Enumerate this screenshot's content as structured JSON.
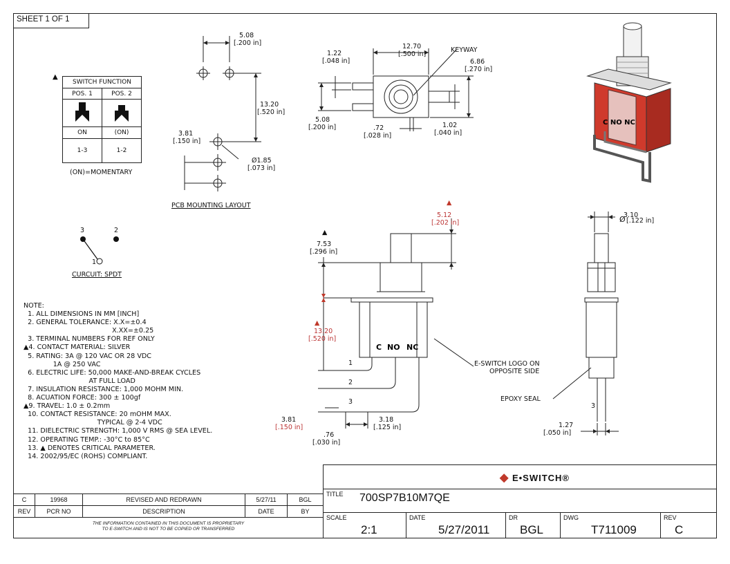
{
  "sheet_label": "SHEET 1 OF 1",
  "switch_function": {
    "title": "SWITCH FUNCTION",
    "col1": "POS. 1",
    "col2": "POS. 2",
    "state1": "ON",
    "state2": "(ON)",
    "pins1": "1-3",
    "pins2": "1-2",
    "footnote": "(ON)=MOMENTARY"
  },
  "pcb": {
    "label": "PCB MOUNTING LAYOUT",
    "dim_pitch": "5.08",
    "dim_pitch_in": "[.200 in]",
    "dim_height": "13.20",
    "dim_height_in": "[.520 in]",
    "dim_row": "3.81",
    "dim_row_in": "[.150 in]",
    "dim_hole": "Ø1.85",
    "dim_hole_in": "[.073 in]"
  },
  "circuit": {
    "label": "CURCUIT: SPDT",
    "pin1": "1",
    "pin2": "2",
    "pin3": "3"
  },
  "top_view": {
    "keyway": "KEYWAY",
    "d1": "1.22",
    "d1_in": "[.048 in]",
    "d2": "12.70",
    "d2_in": "[.500 in]",
    "d3": "6.86",
    "d3_in": "[.270 in]",
    "d4": "5.08",
    "d4_in": "[.200 in]",
    "d5": ".72",
    "d5_in": "[.028 in]",
    "d6": "1.02",
    "d6_in": "[.040 in]"
  },
  "front_view": {
    "d_plunger": "5.12",
    "d_plunger_in": "[.202 in]",
    "d_top": "7.53",
    "d_top_in": "[.296 in]",
    "d_body": "13.20",
    "d_body_in": "[.520 in]",
    "term_c": "C",
    "term_no": "NO",
    "term_nc": "NC",
    "pin1": "1",
    "pin2": "2",
    "pin3": "3",
    "d_pitch": "3.81",
    "d_pitch_in": "[.150 in]",
    "d_width": "3.18",
    "d_width_in": "[.125 in]",
    "d_thick": ".76",
    "d_thick_in": "[.030 in]",
    "logo_note1": "E-SWITCH LOGO ON",
    "logo_note2": "OPPOSITE SIDE"
  },
  "side_view": {
    "d_dia": "Ø",
    "d_dia_val": "3.10",
    "d_dia_in": "[.122 in]",
    "epoxy": "EPOXY SEAL",
    "pin3": "3",
    "d_lead": "1.27",
    "d_lead_in": "[.050 in]"
  },
  "notes": [
    "NOTE:",
    "  1. ALL DIMENSIONS IN MM [INCH]",
    "  2. GENERAL TOLERANCE: X.X=±0.4",
    "                                          X.XX=±0.25",
    "  3. TERMINAL NUMBERS FOR REF ONLY",
    "▲4. CONTACT MATERIAL: SILVER",
    "  5. RATING: 3A @ 120 VAC OR 28 VDC",
    "              1A @ 250 VAC",
    "  6. ELECTRIC LIFE: 50,000 MAKE-AND-BREAK CYCLES",
    "                               AT FULL LOAD",
    "  7. INSULATION RESISTANCE: 1,000 MOHM MIN.",
    "  8. ACUATION FORCE: 300 ± 100gf",
    "▲9. TRAVEL: 1.0 ± 0.2mm",
    "  10. CONTACT RESISTANCE: 20 mOHM MAX.",
    "                                   TYPICAL @ 2-4 VDC",
    "  11. DIELECTRIC STRENGTH: 1,000 V RMS @ SEA LEVEL.",
    "  12. OPERATING TEMP.: -30°C to 85°C",
    "  13. ▲ DENOTES CRITICAL PARAMETER.",
    "  14. 2002/95/EC (ROHS) COMPLIANT."
  ],
  "revision": {
    "rev": "C",
    "pcr": "19968",
    "desc": "REVISED AND REDRAWN",
    "date": "5/27/11",
    "by": "BGL",
    "h_rev": "REV",
    "h_pcr": "PCR NO",
    "h_desc": "DESCRIPTION",
    "h_date": "DATE",
    "h_by": "BY",
    "proprietary1": "THE INFORMATION CONTAINED IN THIS DOCUMENT IS PROPRIETARY",
    "proprietary2": "TO E-SWITCH AND IS NOT TO BE COPIED OR TRANSFERRED"
  },
  "title_block": {
    "brand": "E•SWITCH®",
    "title_label": "TITLE",
    "title": "700SP7B10M7QE",
    "scale_label": "SCALE",
    "scale": "2:1",
    "date_label": "DATE",
    "date": "5/27/2011",
    "dr_label": "DR",
    "dr": "BGL",
    "dwg_label": "DWG",
    "dwg": "T711009",
    "rev_label": "REV",
    "rev": "C"
  },
  "colors": {
    "accent_red": "#c0392b",
    "line": "#222222"
  }
}
